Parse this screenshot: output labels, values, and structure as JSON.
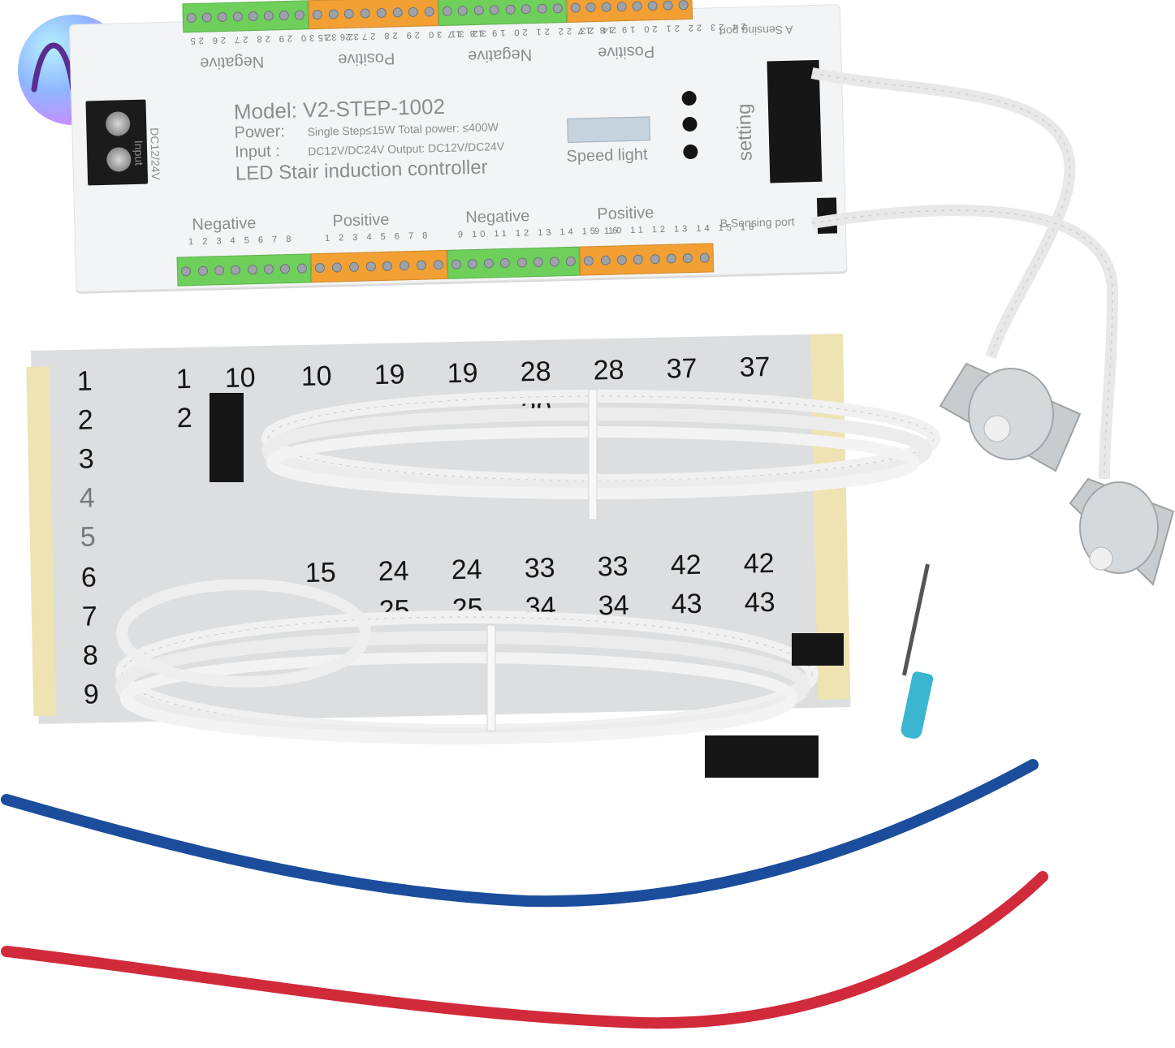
{
  "controller": {
    "model": "Model: V2-STEP-1002",
    "power_label": "Power:",
    "power_detail": "Single Step≤15W Total power:  ≤400W",
    "input_label": "Input :",
    "input_detail": "DC12V/DC24V Output: DC12V/DC24V",
    "title": "LED Stair induction controller",
    "speed_label": "Speed light",
    "setting_label": "setting",
    "a_port_label": "A Sensing port",
    "b_port_label": "B Sensing port",
    "input_side": "Input",
    "input_volt": "DC12/24V",
    "top_labels": [
      "Negative",
      "Positive",
      "Negative",
      "Positive"
    ],
    "bottom_labels": [
      "Negative",
      "Positive",
      "Negative",
      "Positive"
    ],
    "top_pins": [
      "32 31 30 29 28 27 26 25",
      "32 31 30 29 28 27 26 25",
      "24 23 22 21 20 19 18 17",
      "24 23 22 21 20 19 18 17"
    ],
    "bottom_pins": [
      "1 2 3 4 5 6 7 8",
      "1 2 3 4 5 6 7 8",
      "9 10 11 12 13 14 15 16",
      "9 10 11 12 13 14 15 16"
    ],
    "colors": {
      "negative_block": "#6fcf5b",
      "positive_block": "#f2a033"
    }
  },
  "sheet": {
    "col1": [
      "1",
      "2",
      "3",
      "4",
      "5",
      "6",
      "7",
      "8",
      "9"
    ],
    "row_top": [
      "1",
      "10",
      "10",
      "19",
      "19",
      "28",
      "28",
      "37",
      "37"
    ],
    "row_two": [
      "2",
      "29"
    ],
    "row_six": [
      "15",
      "24",
      "24",
      "33",
      "33",
      "42",
      "42"
    ],
    "row_seven": [
      "25",
      "25",
      "34",
      "34",
      "43",
      "43"
    ]
  },
  "wires": {
    "blue": "#1b4d9c",
    "red": "#d12a3a"
  }
}
